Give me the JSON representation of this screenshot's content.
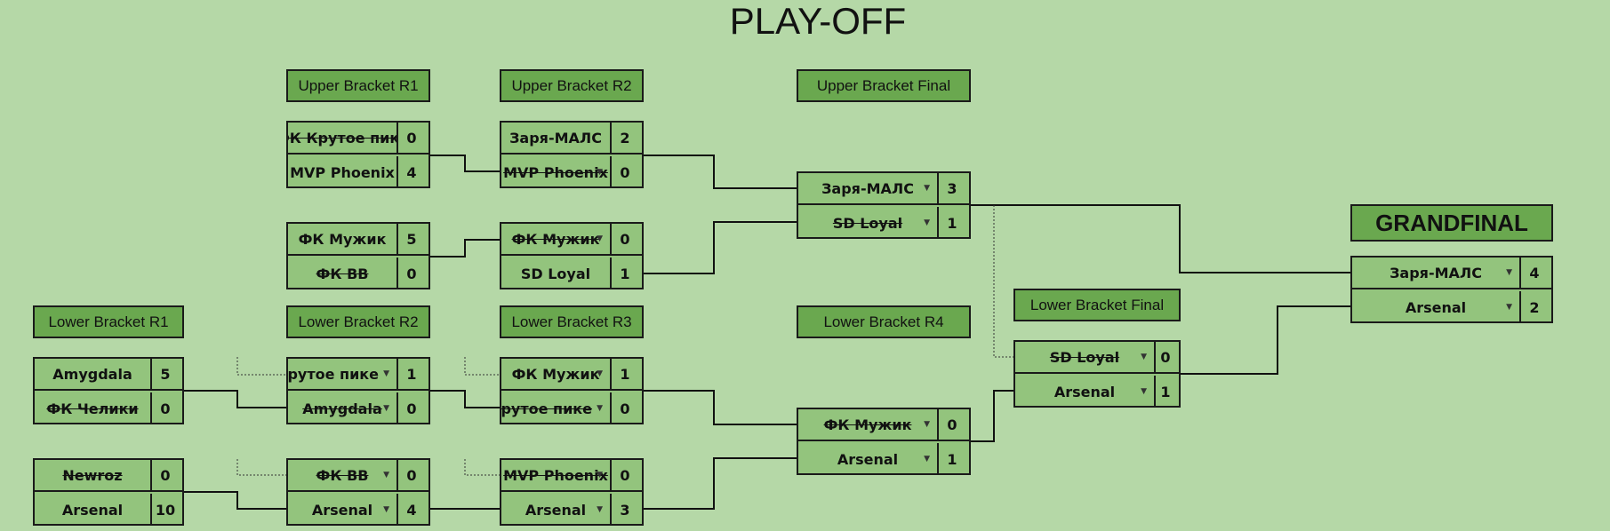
{
  "title": "PLAY-OFF",
  "headers": {
    "ub_r1": "Upper Bracket R1",
    "ub_r2": "Upper Bracket R2",
    "ub_final": "Upper Bracket Final",
    "lb_r1": "Lower Bracket R1",
    "lb_r2": "Lower Bracket R2",
    "lb_r3": "Lower Bracket R3",
    "lb_r4": "Lower Bracket R4",
    "lb_final": "Lower Bracket Final",
    "grandfinal": "GRANDFINAL"
  },
  "matches": {
    "ub_r1_m1": {
      "t1": "ФК Крутое пике",
      "s1": "0",
      "t2": "MVP Phoenix",
      "s2": "4"
    },
    "ub_r1_m2": {
      "t1": "ФК Мужик",
      "s1": "5",
      "t2": "ФК ВВ",
      "s2": "0"
    },
    "ub_r2_m1": {
      "t1": "Заря-МАЛС",
      "s1": "2",
      "t2": "MVP Phoenix",
      "s2": "0"
    },
    "ub_r2_m2": {
      "t1": "ФК Мужик",
      "s1": "0",
      "t2": "SD Loyal",
      "s2": "1"
    },
    "ub_final": {
      "t1": "Заря-МАЛС",
      "s1": "3",
      "t2": "SD Loyal",
      "s2": "1"
    },
    "lb_r1_m1": {
      "t1": "Amygdala",
      "s1": "5",
      "t2": "ФК Челики",
      "s2": "0"
    },
    "lb_r1_m2": {
      "t1": "Newroz",
      "s1": "0",
      "t2": "Arsenal",
      "s2": "10"
    },
    "lb_r2_m1": {
      "t1": "ФК Крутое пике",
      "s1": "1",
      "t2": "Amygdala",
      "s2": "0"
    },
    "lb_r2_m2": {
      "t1": "ФК ВВ",
      "s1": "0",
      "t2": "Arsenal",
      "s2": "4"
    },
    "lb_r3_m1": {
      "t1": "ФК Мужик",
      "s1": "1",
      "t2": "ФК Крутое пике",
      "s2": "0"
    },
    "lb_r3_m2": {
      "t1": "MVP Phoenix",
      "s1": "0",
      "t2": "Arsenal",
      "s2": "3"
    },
    "lb_r4": {
      "t1": "ФК Мужик",
      "s1": "0",
      "t2": "Arsenal",
      "s2": "1"
    },
    "lb_final": {
      "t1": "SD Loyal",
      "s1": "0",
      "t2": "Arsenal",
      "s2": "1"
    },
    "grandfinal": {
      "t1": "Заря-МАЛС",
      "s1": "4",
      "t2": "Arsenal",
      "s2": "2"
    }
  },
  "icons": {
    "dropdown": "dropdown-arrow-icon"
  }
}
